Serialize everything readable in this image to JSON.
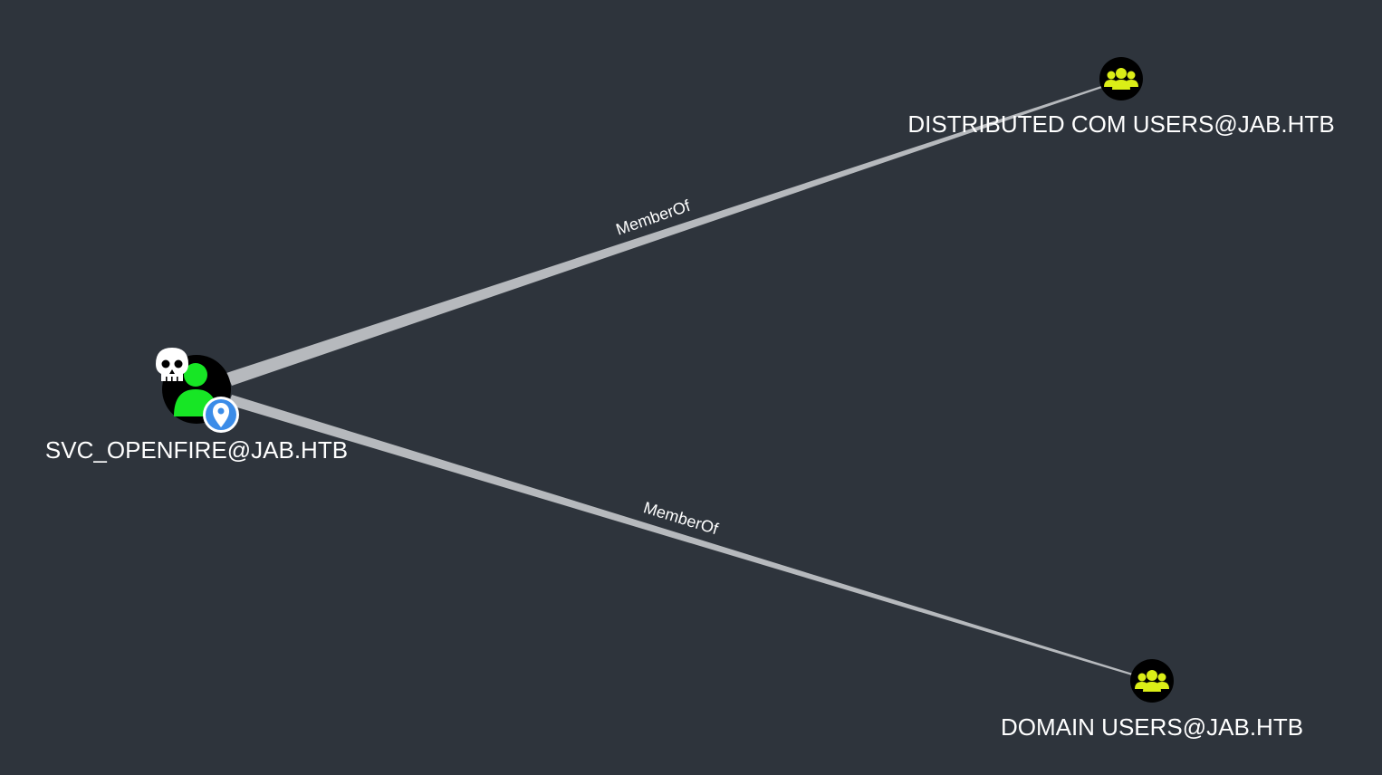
{
  "graph": {
    "nodes": {
      "user": {
        "label": "SVC_OPENFIRE@JAB.HTB",
        "type": "User",
        "icon": "user-icon",
        "icon_color": "#17e625",
        "badges": [
          "skull-icon",
          "map-marker-icon"
        ],
        "badge_color": "#3b8ce8"
      },
      "group_dcom": {
        "label": "DISTRIBUTED COM USERS@JAB.HTB",
        "type": "Group",
        "icon": "group-icon",
        "icon_color": "#dbee17"
      },
      "group_domain_users": {
        "label": "DOMAIN USERS@JAB.HTB",
        "type": "Group",
        "icon": "group-icon",
        "icon_color": "#dbee17"
      }
    },
    "edges": [
      {
        "source": "user",
        "target": "group_dcom",
        "label": "MemberOf"
      },
      {
        "source": "user",
        "target": "group_domain_users",
        "label": "MemberOf"
      }
    ],
    "colors": {
      "background": "#2e343c",
      "edge": "#b6b9bd",
      "label": "#ffffff"
    }
  }
}
